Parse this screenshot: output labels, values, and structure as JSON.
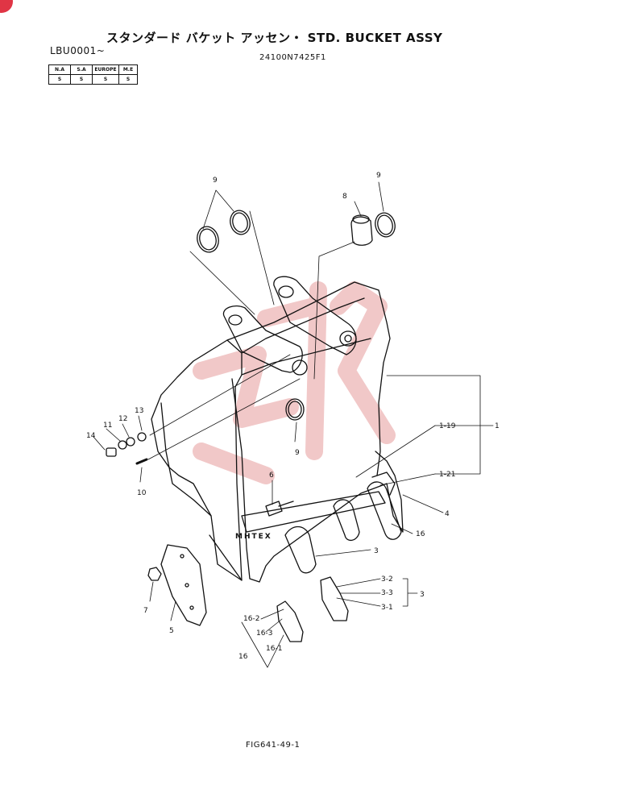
{
  "header": {
    "title": "スタンダード バケット アッセン・ STD. BUCKET ASSY",
    "serial": "LBU0001~",
    "part_number": "24100N7425F1"
  },
  "regions": {
    "headers": [
      "N.A",
      "S.A",
      "EUROPE",
      "M.E"
    ],
    "values": [
      "S",
      "S",
      "S",
      "S"
    ]
  },
  "callouts": {
    "c1": "1",
    "c1_19": "1-19",
    "c1_21": "1-21",
    "c3a": "3",
    "c3b": "3",
    "c3_1": "3-1",
    "c3_2": "3-2",
    "c3_3": "3-3",
    "c4": "4",
    "c5": "5",
    "c6": "6",
    "c7": "7",
    "c8": "8",
    "c9a": "9",
    "c9b": "9",
    "c9c": "9",
    "c10": "10",
    "c11": "11",
    "c12": "12",
    "c13": "13",
    "c14": "14",
    "c16a": "16",
    "c16b": "16",
    "c16_1": "16-1",
    "c16_2": "16-2",
    "c16_3": "16-3"
  },
  "watermark": {
    "text": "MHTEX"
  },
  "footer": {
    "figure": "FIG641-49-1"
  },
  "colors": {
    "ink": "#111111",
    "watermark": "#e8adad",
    "badge": "#e03545"
  }
}
